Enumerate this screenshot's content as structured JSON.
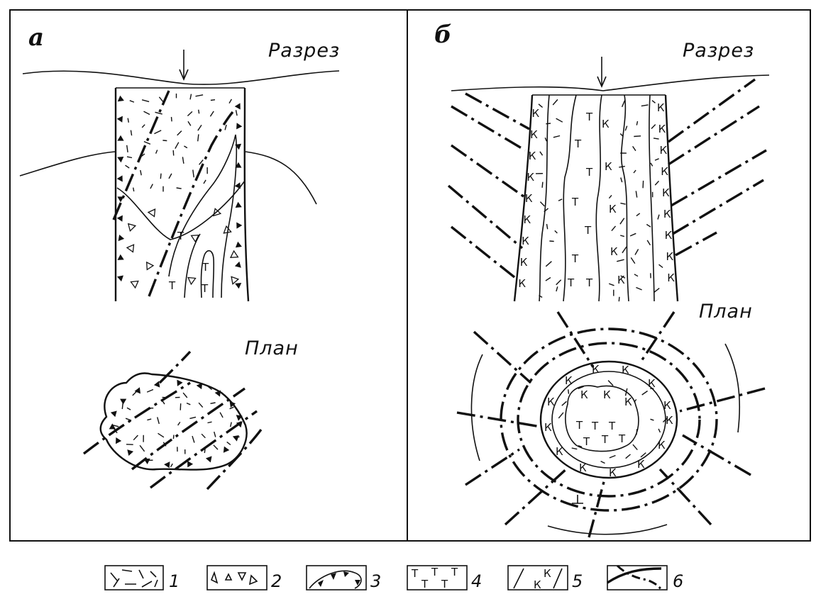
{
  "panels": [
    {
      "letter": "а",
      "section_caption": "Разрез",
      "plan_caption": "План"
    },
    {
      "letter": "б",
      "section_caption": "Разрез",
      "plan_caption": "План"
    }
  ],
  "symbols": {
    "t": "Т",
    "k": "К"
  },
  "legend": [
    {
      "number": "1",
      "icon": "dash-fill-icon"
    },
    {
      "number": "2",
      "icon": "open-triangle-icon"
    },
    {
      "number": "3",
      "icon": "filled-triangle-contact-icon"
    },
    {
      "number": "4",
      "icon": "t-symbol-icon"
    },
    {
      "number": "5",
      "icon": "k-symbol-icon"
    },
    {
      "number": "6",
      "icon": "fault-line-icon"
    }
  ]
}
